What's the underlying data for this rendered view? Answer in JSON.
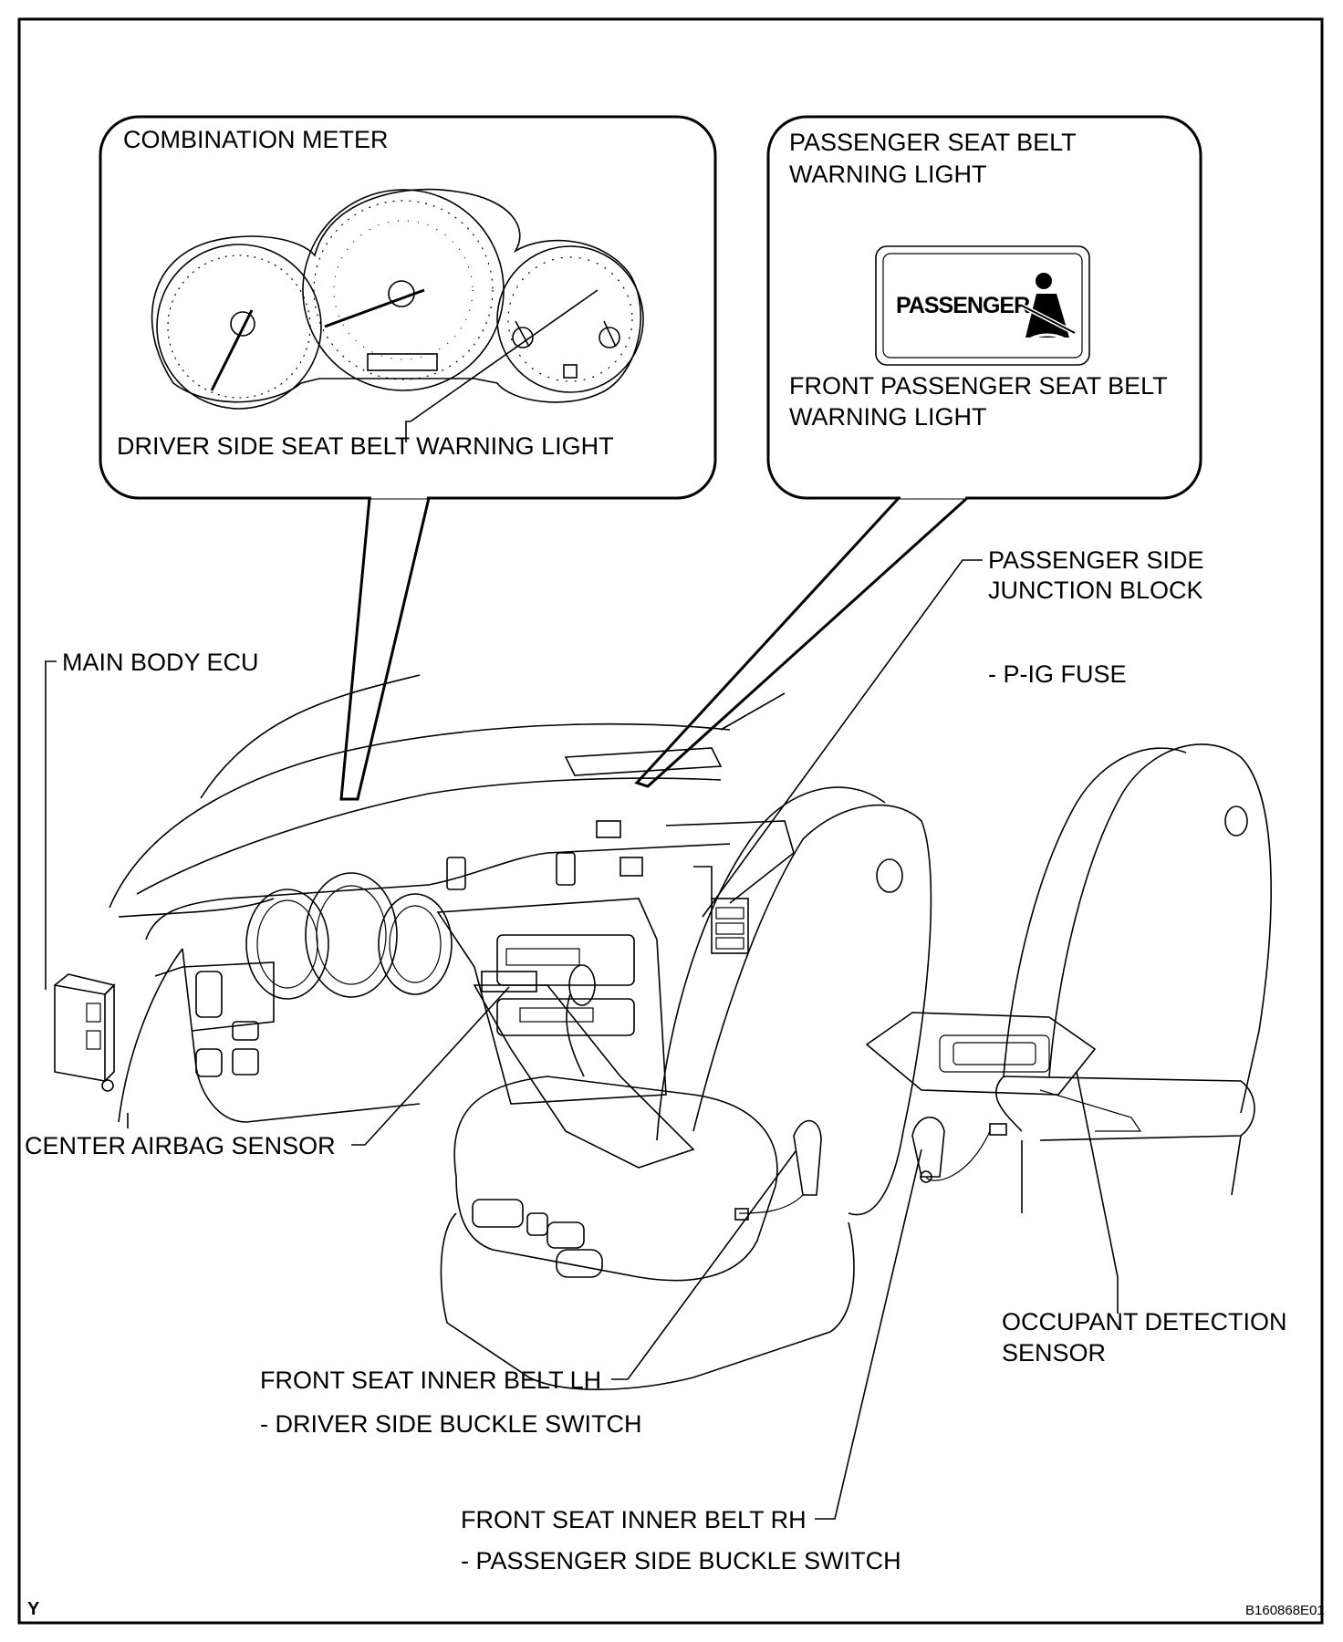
{
  "callouts": {
    "combination_meter": "COMBINATION METER",
    "driver_warning_light": "DRIVER SIDE SEAT BELT WARNING LIGHT",
    "passenger_warning_title_1": "PASSENGER SEAT BELT",
    "passenger_warning_title_2": "WARNING LIGHT",
    "passenger_badge_text": "PASSENGER",
    "front_passenger_warning_1": "FRONT PASSENGER SEAT BELT",
    "front_passenger_warning_2": "WARNING LIGHT"
  },
  "labels": {
    "passenger_junction_1": "PASSENGER SIDE",
    "passenger_junction_2": "JUNCTION BLOCK",
    "pig_fuse": "- P-IG FUSE",
    "main_body_ecu": "MAIN BODY ECU",
    "center_airbag_sensor": "CENTER AIRBAG SENSOR",
    "occupant_sensor_1": "OCCUPANT DETECTION",
    "occupant_sensor_2": "SENSOR",
    "front_belt_lh": "FRONT SEAT INNER BELT LH",
    "driver_buckle": "- DRIVER SIDE BUCKLE SWITCH",
    "front_belt_rh": "FRONT SEAT INNER BELT RH",
    "passenger_buckle": "- PASSENGER SIDE BUCKLE SWITCH"
  },
  "corner": {
    "left_code": "Y",
    "figure_id": "B160868E01"
  }
}
